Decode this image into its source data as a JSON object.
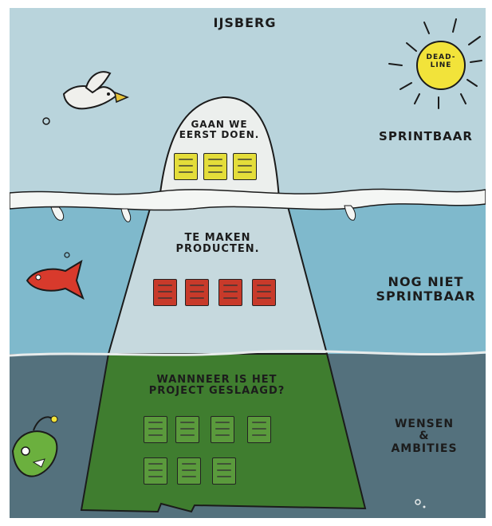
{
  "title": "IJSBERG",
  "sun_label": "DEAD-\nLINE",
  "zones": [
    {
      "id": "top",
      "caption": "GAAN WE\nEERST DOEN.",
      "side_label": "SPRINTBAAR",
      "note_color": "#e4dd3a",
      "note_count": 3
    },
    {
      "id": "middle",
      "caption": "TE MAKEN\nPRODUCTEN.",
      "side_label": "NOG NIET\nSPRINTBAAR",
      "note_color": "#c83a2a",
      "note_count": 4
    },
    {
      "id": "bottom",
      "caption": "WANNNEER IS HET\nPROJECT GESLAAGD?",
      "side_label": "WENSEN\n&\nAMBITIES",
      "note_color": "#5a9a3c",
      "note_count": 7
    }
  ],
  "colors": {
    "sky": "#b9d4dc",
    "water": "#7fb9cc",
    "deep_water": "#54717d",
    "ice": "#e9ecea",
    "ice_shadow": "#c5d2d3",
    "green_base": "#3e7a2e",
    "sun": "#f2e33a",
    "fish": "#d83a2c",
    "bird": "#f0f0ec"
  }
}
